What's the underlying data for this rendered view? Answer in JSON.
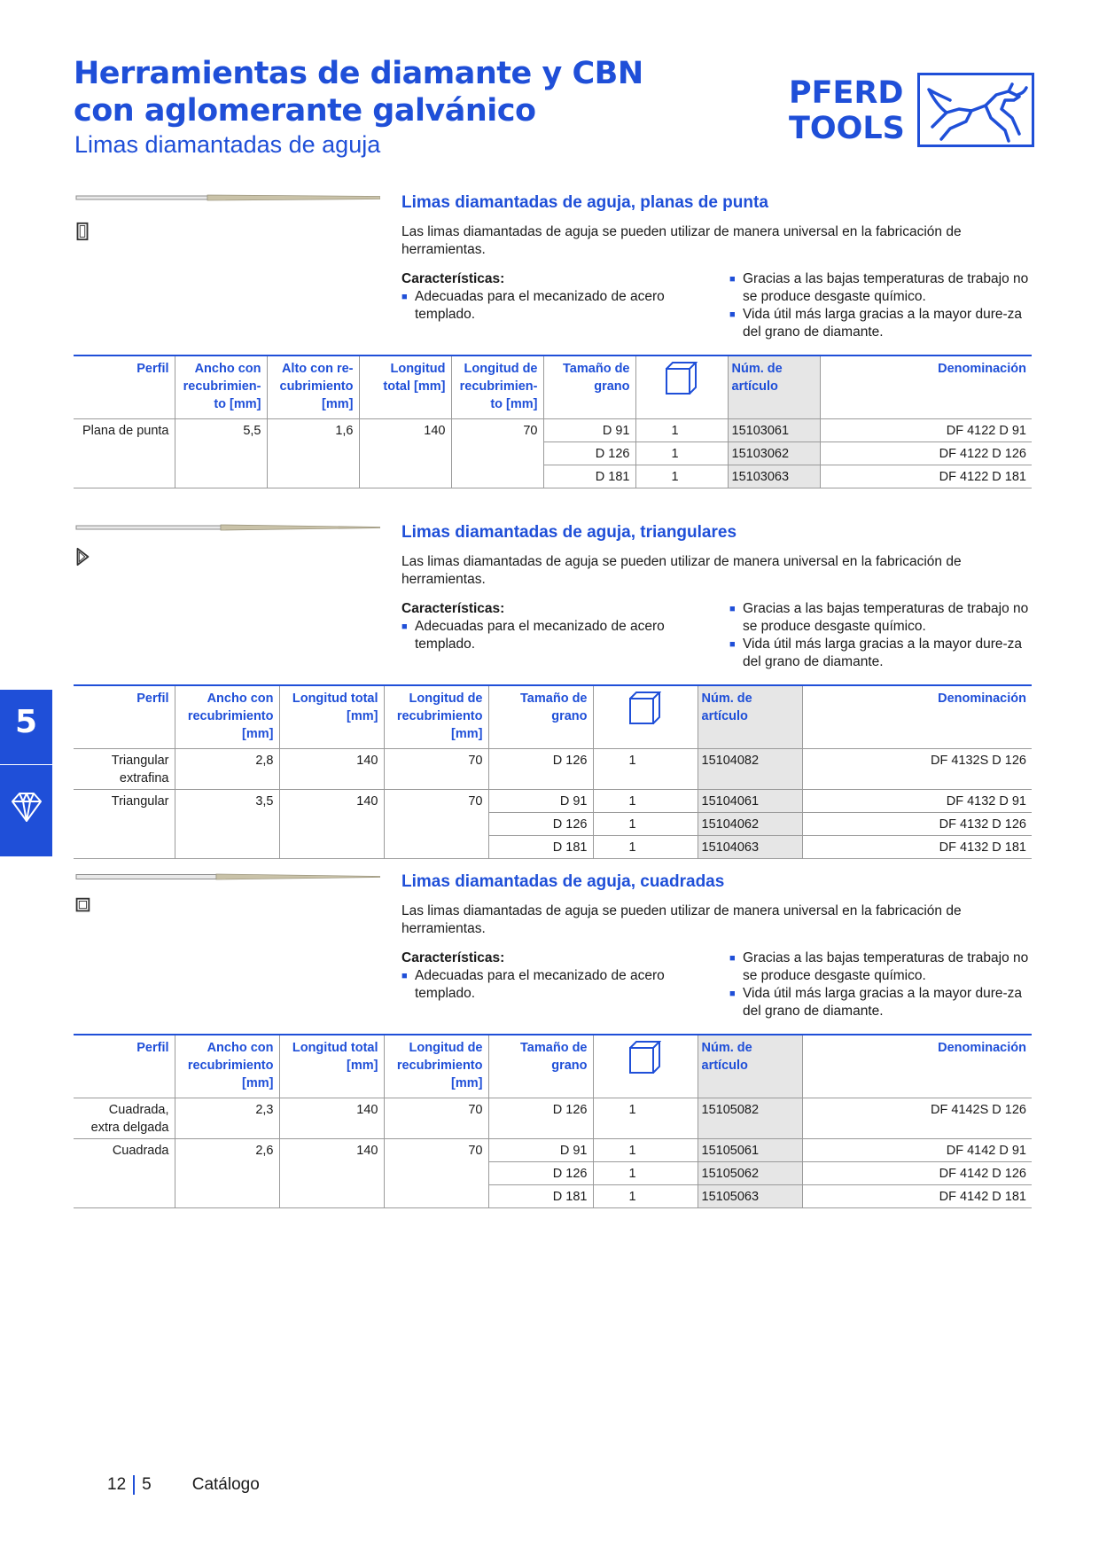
{
  "header": {
    "title": "Herramientas de diamante y CBN con aglomerante galvánico",
    "subtitle": "Limas diamantadas de aguja",
    "logo_line1": "PFERD",
    "logo_line2": "TOOLS"
  },
  "colors": {
    "accent": "#1f4fd8",
    "gray_cell": "#e6e6e6"
  },
  "sections": [
    {
      "title": "Limas diamantadas de aguja, planas de punta",
      "description": "Las limas diamantadas de aguja se pueden utilizar de manera universal en la fabricación de herramientas.",
      "features_label": "Características:",
      "feature_left": "Adecuadas para el mecanizado de acero templado.",
      "feature_right_1": "Gracias a las bajas temperaturas de trabajo no se produce desgaste químico.",
      "feature_right_2": "Vida útil más larga gracias a la mayor dure-za del grano de diamante.",
      "profile_icon": "flat-profile-icon",
      "table": {
        "headers": [
          "Perfil",
          "Ancho con recubrimien-to [mm]",
          "Alto con re-cubrimiento [mm]",
          "Longitud total [mm]",
          "Longitud de recubrimien-to [mm]",
          "Tamaño de grano",
          "box-icon",
          "Núm. de artículo",
          "Denominación"
        ],
        "rows": [
          [
            "Plana de punta",
            "5,5",
            "1,6",
            "140",
            "70",
            "D 91",
            "1",
            "15103061",
            "DF 4122 D 91"
          ],
          [
            "",
            "",
            "",
            "",
            "",
            "D 126",
            "1",
            "15103062",
            "DF 4122 D 126"
          ],
          [
            "",
            "",
            "",
            "",
            "",
            "D 181",
            "1",
            "15103063",
            "DF 4122 D 181"
          ]
        ]
      }
    },
    {
      "title": "Limas diamantadas de aguja, triangulares",
      "description": "Las limas diamantadas de aguja se pueden utilizar de manera universal en la fabricación de herramientas.",
      "features_label": "Características:",
      "feature_left": "Adecuadas para el mecanizado de acero templado.",
      "feature_right_1": "Gracias a las bajas temperaturas de trabajo no se produce desgaste químico.",
      "feature_right_2": "Vida útil más larga gracias a la mayor dure-za del grano de diamante.",
      "profile_icon": "triangle-profile-icon",
      "table": {
        "headers": [
          "Perfil",
          "Ancho con recubrimiento [mm]",
          "Longitud total [mm]",
          "Longitud de recubrimiento [mm]",
          "Tamaño de grano",
          "box-icon",
          "Núm. de artículo",
          "Denominación"
        ],
        "rows": [
          [
            "Triangular extrafina",
            "2,8",
            "140",
            "70",
            "D 126",
            "1",
            "15104082",
            "DF 4132S D 126"
          ],
          [
            "Triangular",
            "3,5",
            "140",
            "70",
            "D 91",
            "1",
            "15104061",
            "DF 4132 D 91"
          ],
          [
            "",
            "",
            "",
            "",
            "D 126",
            "1",
            "15104062",
            "DF 4132 D 126"
          ],
          [
            "",
            "",
            "",
            "",
            "D 181",
            "1",
            "15104063",
            "DF 4132 D 181"
          ]
        ]
      }
    },
    {
      "title": "Limas diamantadas de aguja, cuadradas",
      "description": "Las limas diamantadas de aguja se pueden utilizar de manera universal en la fabricación de herramientas.",
      "features_label": "Características:",
      "feature_left": "Adecuadas para el mecanizado de acero templado.",
      "feature_right_1": "Gracias a las bajas temperaturas de trabajo no se produce desgaste químico.",
      "feature_right_2": "Vida útil más larga gracias a la mayor dure-za del grano de diamante.",
      "profile_icon": "square-profile-icon",
      "table": {
        "headers": [
          "Perfil",
          "Ancho con recubrimiento [mm]",
          "Longitud total [mm]",
          "Longitud de recubrimiento [mm]",
          "Tamaño de grano",
          "box-icon",
          "Núm. de artículo",
          "Denominación"
        ],
        "rows": [
          [
            "Cuadrada, extra delgada",
            "2,3",
            "140",
            "70",
            "D 126",
            "1",
            "15105082",
            "DF 4142S D 126"
          ],
          [
            "Cuadrada",
            "2,6",
            "140",
            "70",
            "D 91",
            "1",
            "15105061",
            "DF 4142 D 91"
          ],
          [
            "",
            "",
            "",
            "",
            "D 126",
            "1",
            "15105062",
            "DF 4142 D 126"
          ],
          [
            "",
            "",
            "",
            "",
            "D 181",
            "1",
            "15105063",
            "DF 4142 D 181"
          ]
        ]
      }
    }
  ],
  "side_tab": {
    "chapter": "5",
    "icon": "diamond-icon"
  },
  "footer": {
    "page": "12",
    "chapter": "5",
    "label": "Catálogo"
  }
}
